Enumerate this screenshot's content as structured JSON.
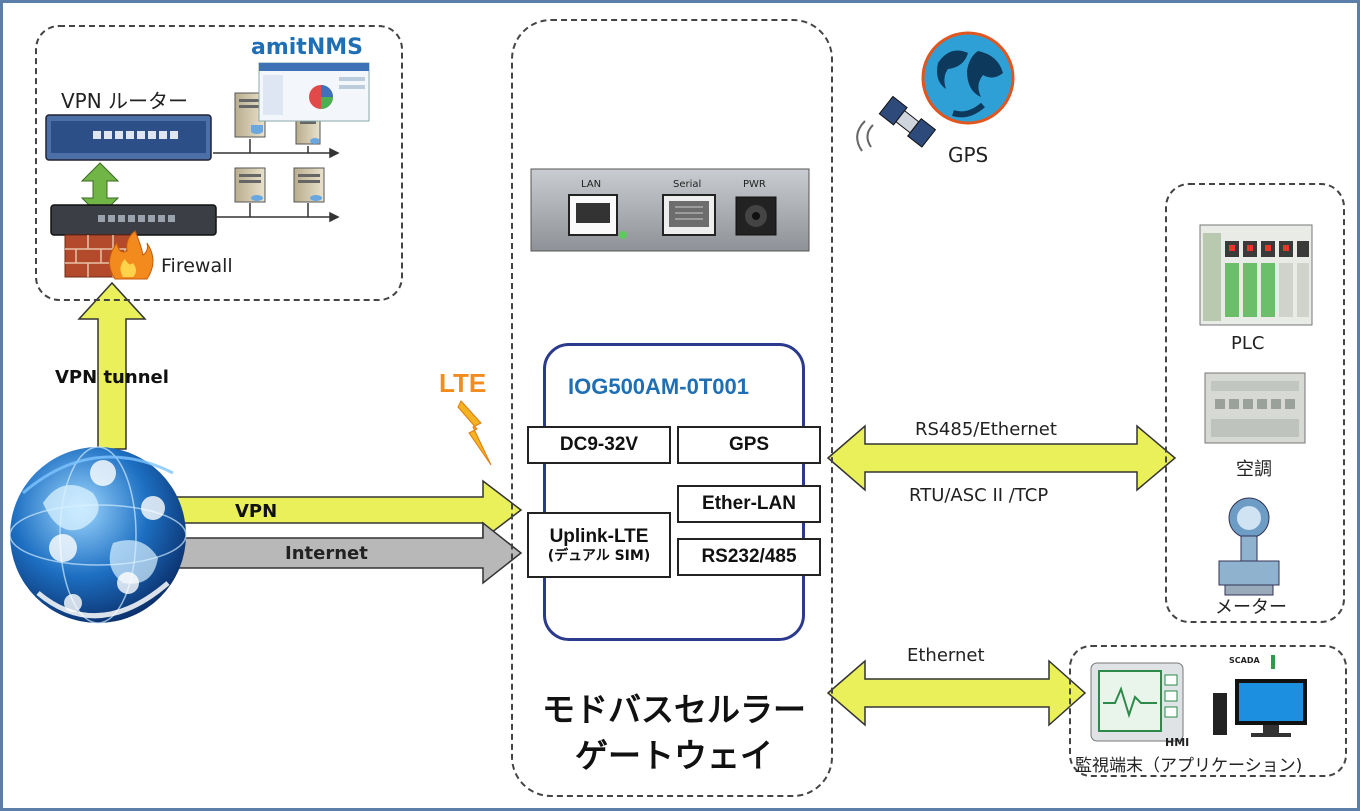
{
  "nms": {
    "brand": "amitNMS",
    "vpn_router_label": "VPN ルーター",
    "firewall_label": "Firewall"
  },
  "links": {
    "vpn_tunnel": "VPN tunnel",
    "lte": "LTE",
    "vpn": "VPN",
    "internet": "Internet"
  },
  "gps": {
    "label": "GPS"
  },
  "device_ports": [
    "LAN",
    "Serial",
    "PWR"
  ],
  "gateway": {
    "model": "IOG500AM-0T001",
    "power": "DC9-32V",
    "gps": "GPS",
    "uplink_line1": "Uplink-LTE",
    "uplink_line2": "(デュアル SIM)",
    "ether_lan": "Ether-LAN",
    "serial": "RS232/485",
    "title_line1": "モドバスセルラー",
    "title_line2": "ゲートウェイ"
  },
  "field_link": {
    "protocol_top": "RS485/Ethernet",
    "protocol_bottom": "RTU/ASC II /TCP"
  },
  "devices": {
    "plc": "PLC",
    "hvac": "空調",
    "meter": "メーター"
  },
  "monitor_link": {
    "label": "Ethernet"
  },
  "monitor": {
    "hmi": "HMI",
    "scada": "SCADA",
    "caption": "監視端末（アプリケーション)"
  },
  "colors": {
    "arrow_fill": "#e9f05a",
    "gray_arrow": "#b8b8b8",
    "model_text": "#1f6fb5",
    "lte_text": "#f28c1e",
    "gateway_border": "#2b3a8c",
    "frame": "#5b7fa8"
  }
}
